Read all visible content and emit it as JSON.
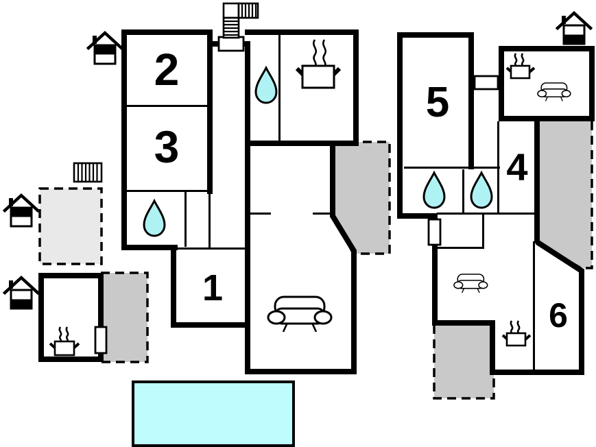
{
  "colors": {
    "wall": "#000000",
    "water_symbol": "#aff2f3",
    "pool": "#bdfdfd",
    "terrace_dark": "#c9c9c9",
    "terrace_light": "#e9e9e9",
    "background": "#ffffff"
  },
  "rooms": [
    {
      "label": "1"
    },
    {
      "label": "2"
    },
    {
      "label": "3"
    },
    {
      "label": "4"
    },
    {
      "label": "5"
    },
    {
      "label": "6"
    }
  ],
  "icons": [
    {
      "name": "staircase-icon",
      "count": 1
    },
    {
      "name": "outdoor-steps-icon",
      "count": 1
    },
    {
      "name": "house-top-filled-icon",
      "count": 2
    },
    {
      "name": "house-bottom-filled-icon",
      "count": 2
    },
    {
      "name": "water-drop-icon",
      "count": 4
    },
    {
      "name": "cooking-pot-icon",
      "count": 4
    },
    {
      "name": "sofa-icon",
      "count": 3
    },
    {
      "name": "door-marker",
      "count": 4
    },
    {
      "name": "terrace-area",
      "count": 5
    },
    {
      "name": "swimming-pool",
      "count": 1
    }
  ]
}
